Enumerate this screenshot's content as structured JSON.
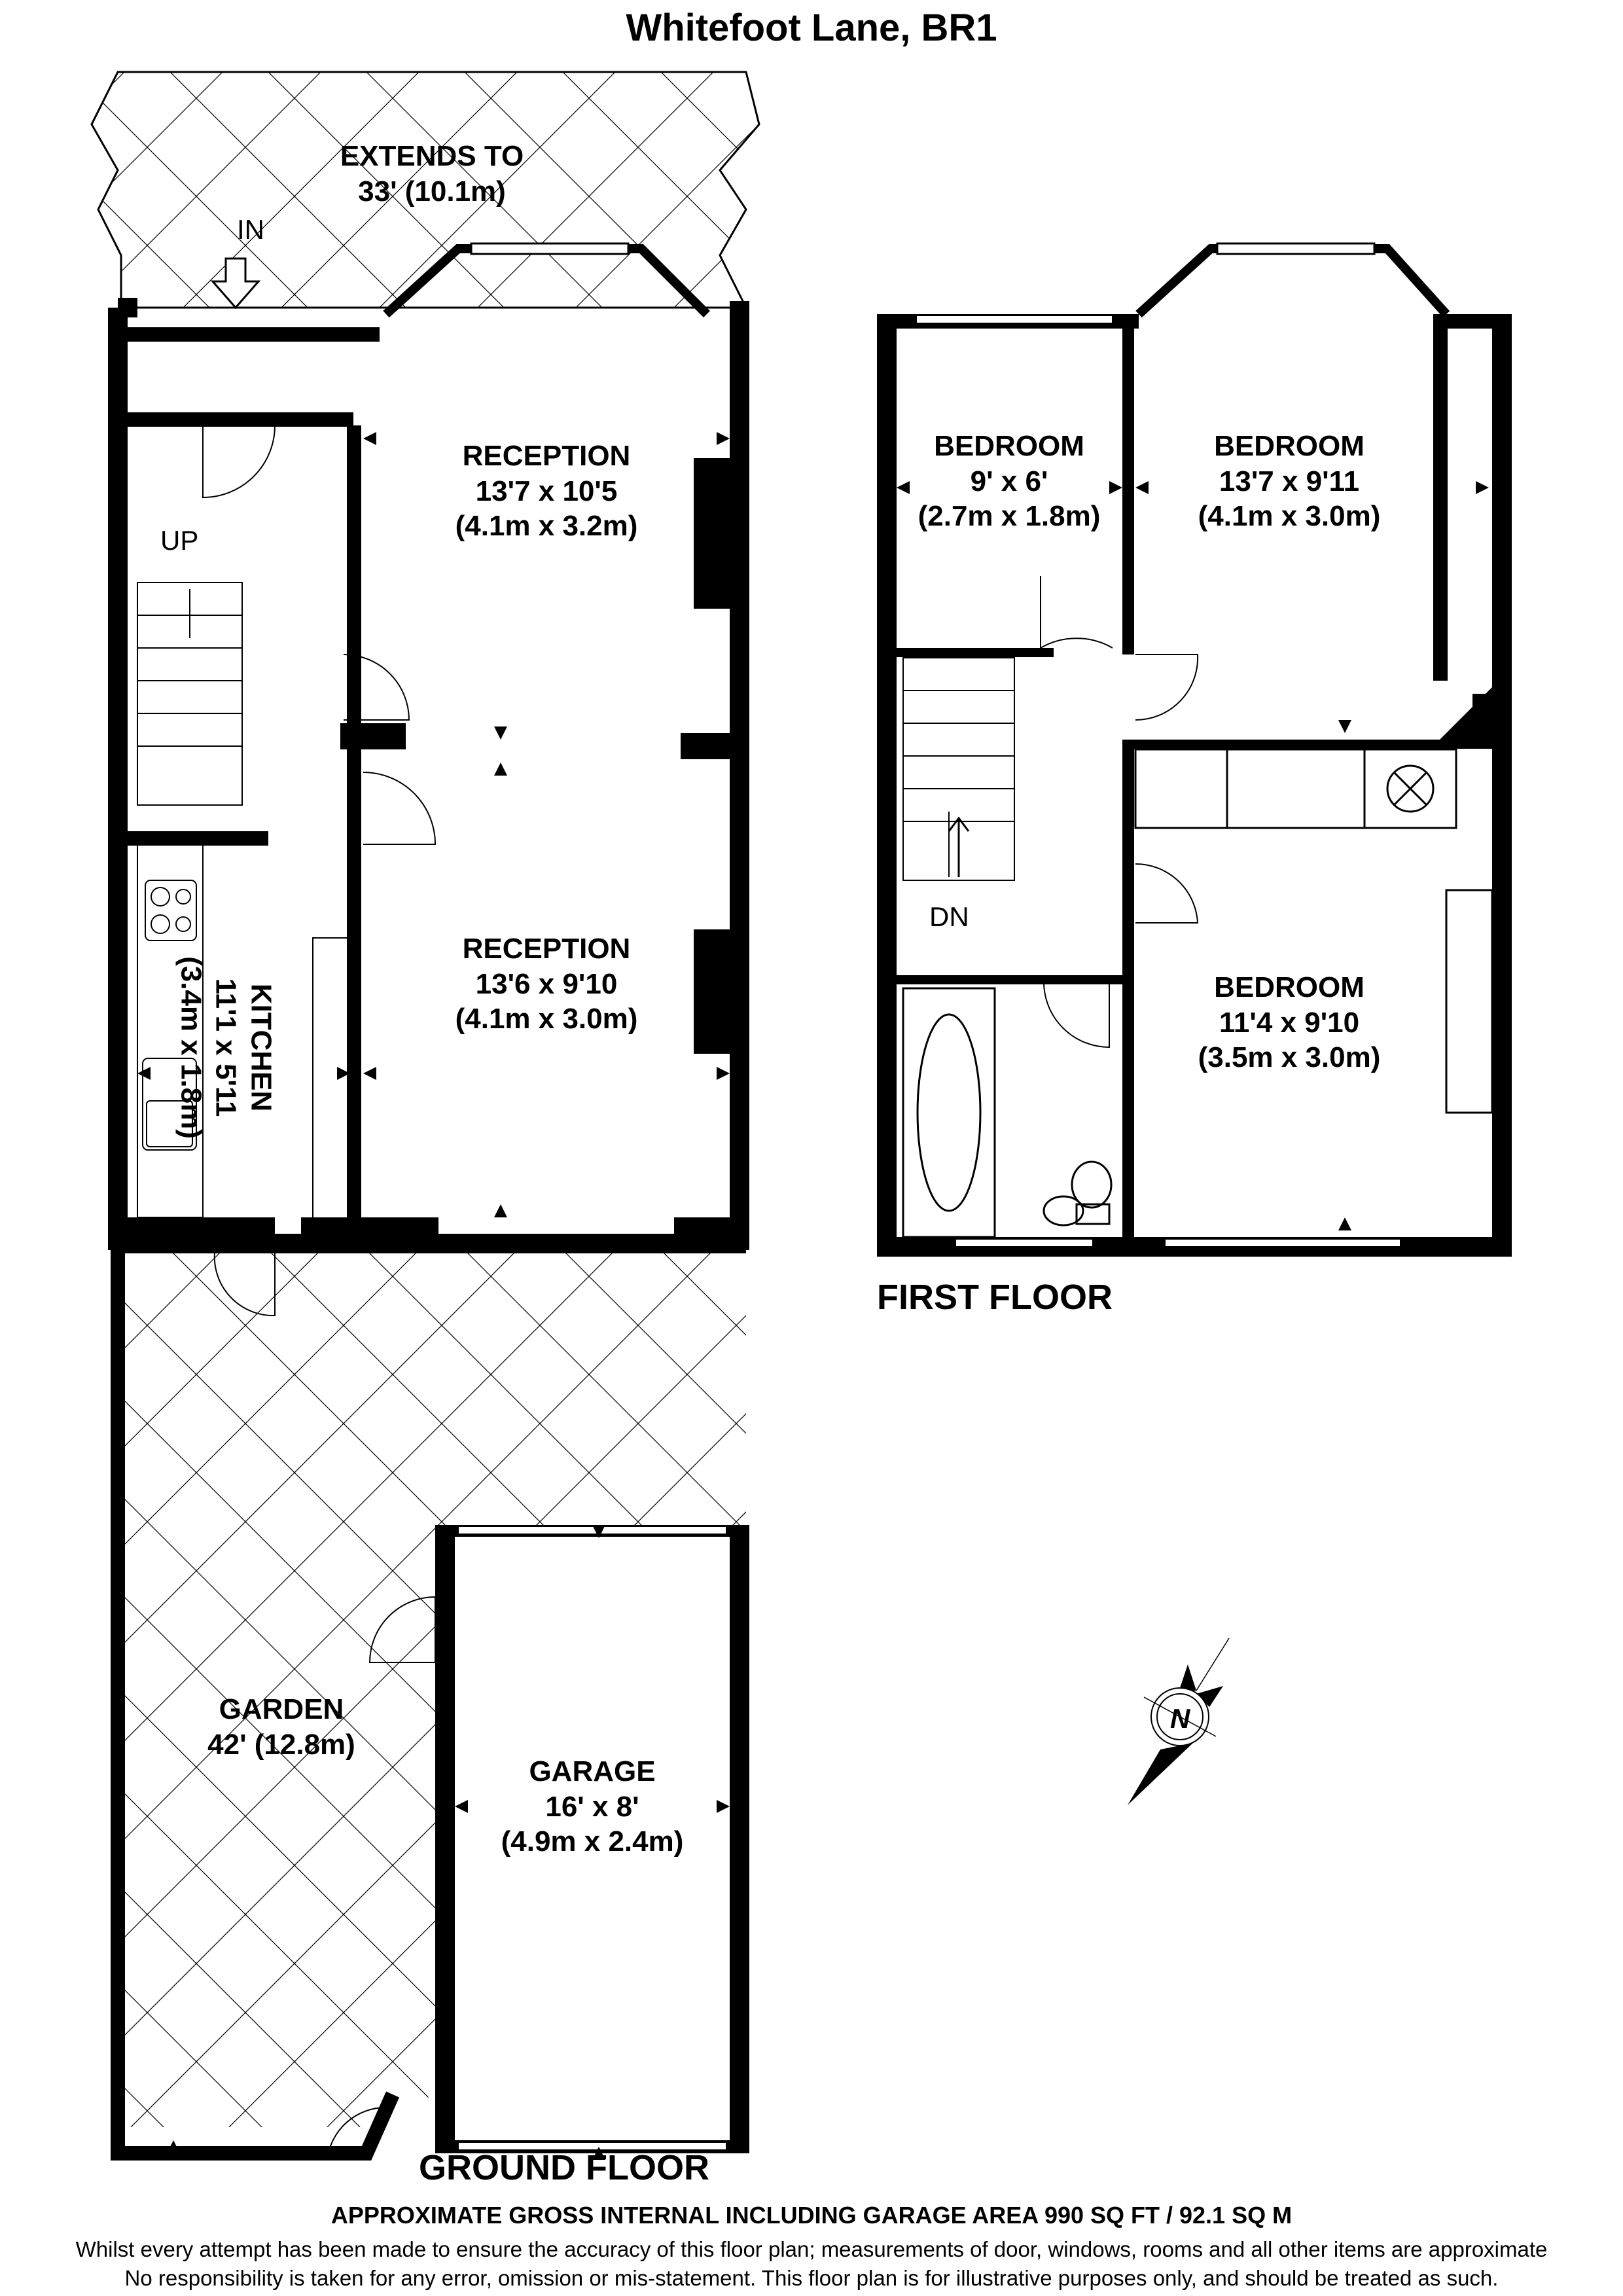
{
  "title": "Whitefoot Lane, BR1",
  "ground_floor": {
    "label": "GROUND FLOOR",
    "extension": {
      "line1": "EXTENDS TO",
      "line2": "33' (10.1m)"
    },
    "entrance_label": "IN",
    "stairs_label": "UP",
    "rooms": [
      {
        "name": "RECEPTION",
        "imperial": "13'7 x 10'5",
        "metric": "(4.1m x 3.2m)"
      },
      {
        "name": "RECEPTION",
        "imperial": "13'6 x 9'10",
        "metric": "(4.1m x 3.0m)"
      },
      {
        "name": "KITCHEN",
        "imperial": "11'1 x 5'11",
        "metric": "(3.4m x 1.8m)"
      },
      {
        "name": "GARDEN",
        "imperial": "42' (12.8m)",
        "metric": ""
      },
      {
        "name": "GARAGE",
        "imperial": "16' x 8'",
        "metric": "(4.9m x 2.4m)"
      }
    ]
  },
  "first_floor": {
    "label": "FIRST FLOOR",
    "stairs_label": "DN",
    "rooms": [
      {
        "name": "BEDROOM",
        "imperial": "9' x 6'",
        "metric": "(2.7m x 1.8m)"
      },
      {
        "name": "BEDROOM",
        "imperial": "13'7 x 9'11",
        "metric": "(4.1m x 3.0m)"
      },
      {
        "name": "BEDROOM",
        "imperial": "11'4 x 9'10",
        "metric": "(3.5m x 3.0m)"
      }
    ]
  },
  "compass": {
    "label": "N"
  },
  "area_summary": "APPROXIMATE GROSS INTERNAL INCLUDING GARAGE AREA 990 SQ FT / 92.1 SQ M",
  "disclaimer": {
    "line1": "Whilst every attempt has been made to ensure the accuracy of this floor plan; measurements of door, windows, rooms and all other items are approximate",
    "line2": "No responsibility is taken for any error, omission or mis-statement. This floor plan is for illustrative purposes only, and should be treated as such."
  }
}
